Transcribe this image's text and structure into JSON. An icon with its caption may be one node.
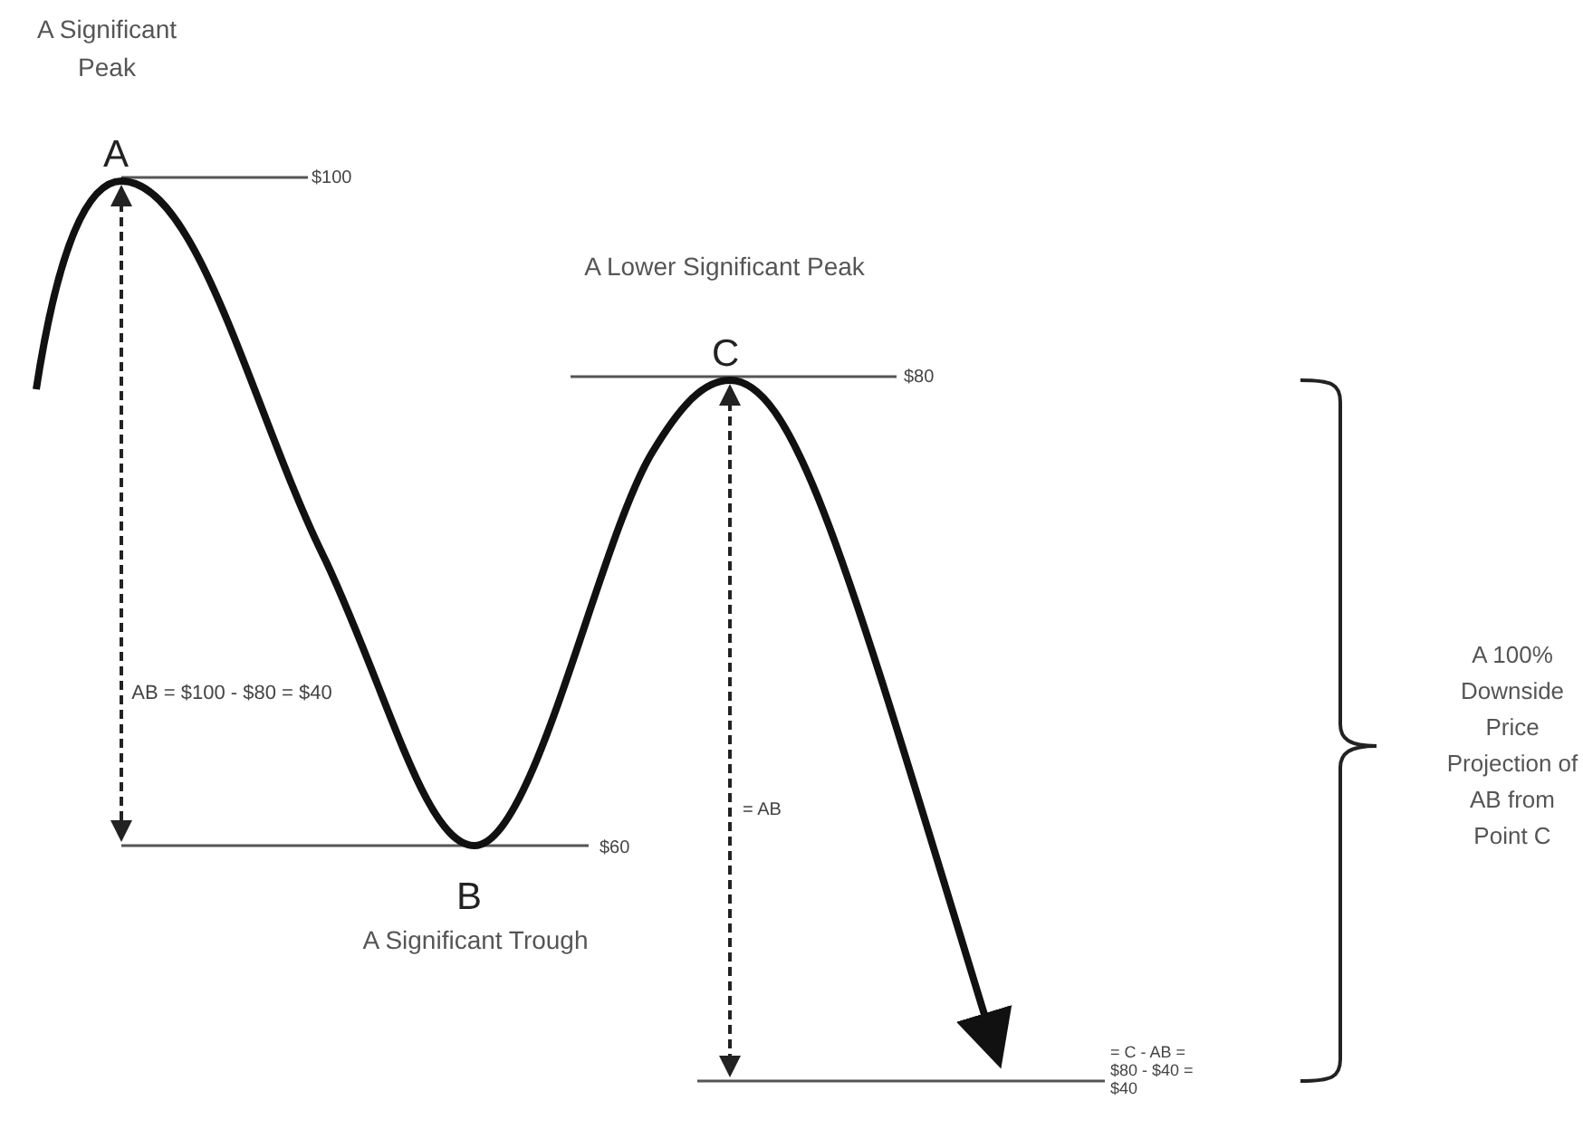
{
  "diagram": {
    "labels": [
      "A Significant Peak",
      "A",
      "$100",
      "A Lower Significant Peak",
      "C",
      "$80",
      "AB = $100 - $80 = $40",
      "= AB",
      "$60",
      "B",
      "A Significant Trough",
      "= C - AB = $80 - $40 = $40",
      "A 100% Downside Price Projection of AB from Point C"
    ]
  }
}
